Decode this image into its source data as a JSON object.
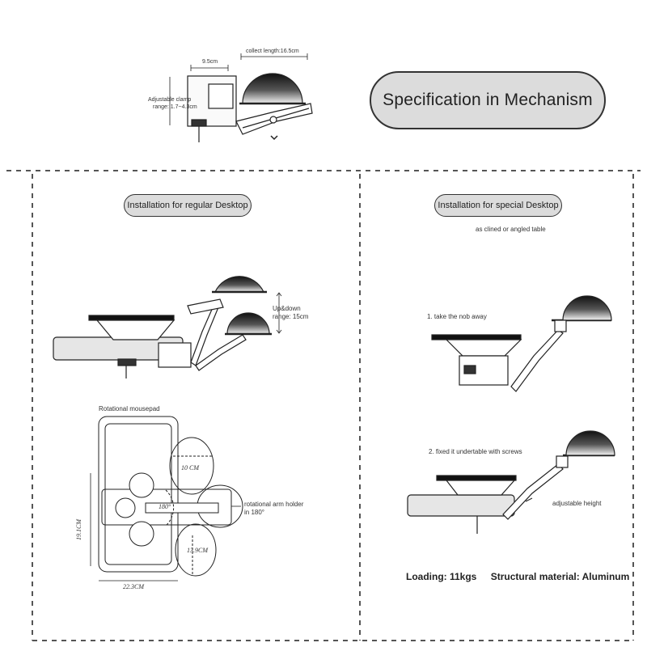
{
  "header": {
    "title": "Specification in Mechanism"
  },
  "top_diagram": {
    "collect_length": "collect length:16.5cm",
    "depth": "9.5cm",
    "clamp_label_1": "Adjustable clamp",
    "clamp_label_2": "range: 1.7~4.3cm"
  },
  "regular": {
    "title": "Installation for regular Desktop",
    "updown_1": "Up&down",
    "updown_2": "range: 15cm"
  },
  "rotation": {
    "title": "Rotational mousepad",
    "dim_10": "10 CM",
    "angle": "180°",
    "dim_13_9": "13.9CM",
    "height": "19.1CM",
    "width": "22.3CM",
    "holder_1": "rotational arm holder",
    "holder_2": "in 180°"
  },
  "special": {
    "title": "Installation for special Desktop",
    "subtitle": "as clined or angled table",
    "step1": "1. take the nob away",
    "step2": "2. fixed it undertable with screws",
    "adjustable": "adjustable height"
  },
  "footer": {
    "loading": "Loading: 11kgs",
    "material": "Structural material: Aluminum"
  }
}
